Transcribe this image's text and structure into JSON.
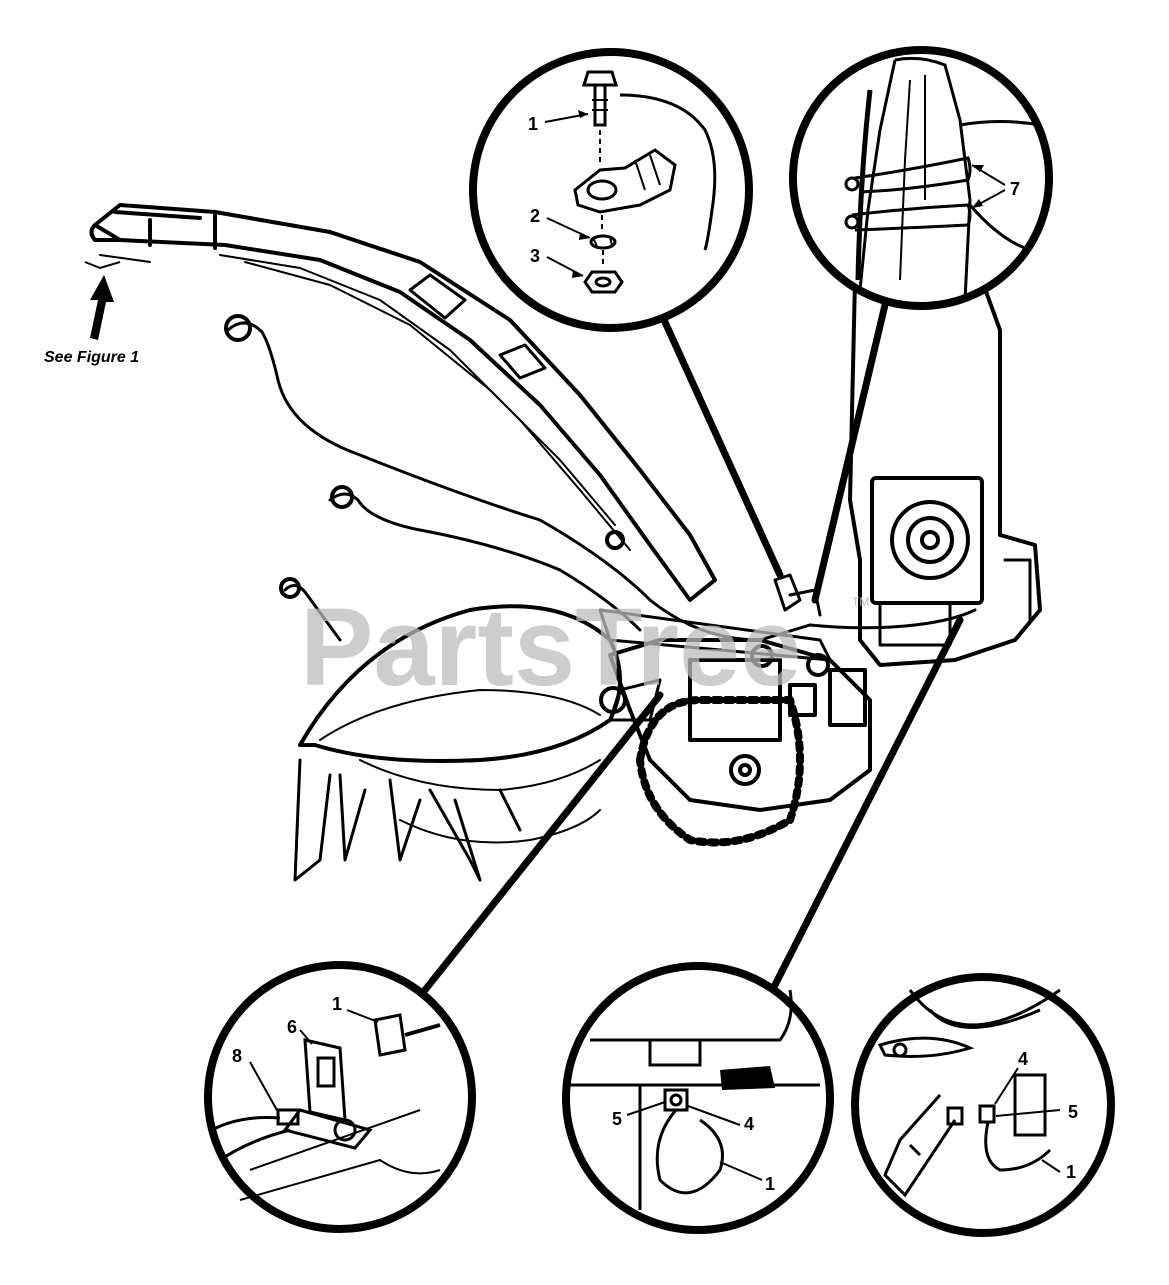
{
  "diagram": {
    "reference_note": "See Figure 1",
    "watermark_text": "PartsTree",
    "watermark_mark": "TM",
    "callouts": {
      "top_left": [
        "1",
        "2",
        "3"
      ],
      "top_right": [
        "7"
      ],
      "bottom_left": [
        "1",
        "6",
        "8"
      ],
      "bottom_middle": [
        "5",
        "4",
        "1"
      ],
      "bottom_right": [
        "4",
        "5",
        "1"
      ]
    }
  },
  "colors": {
    "line": "#000000",
    "background": "#ffffff",
    "watermark": "#bdbdbd"
  }
}
